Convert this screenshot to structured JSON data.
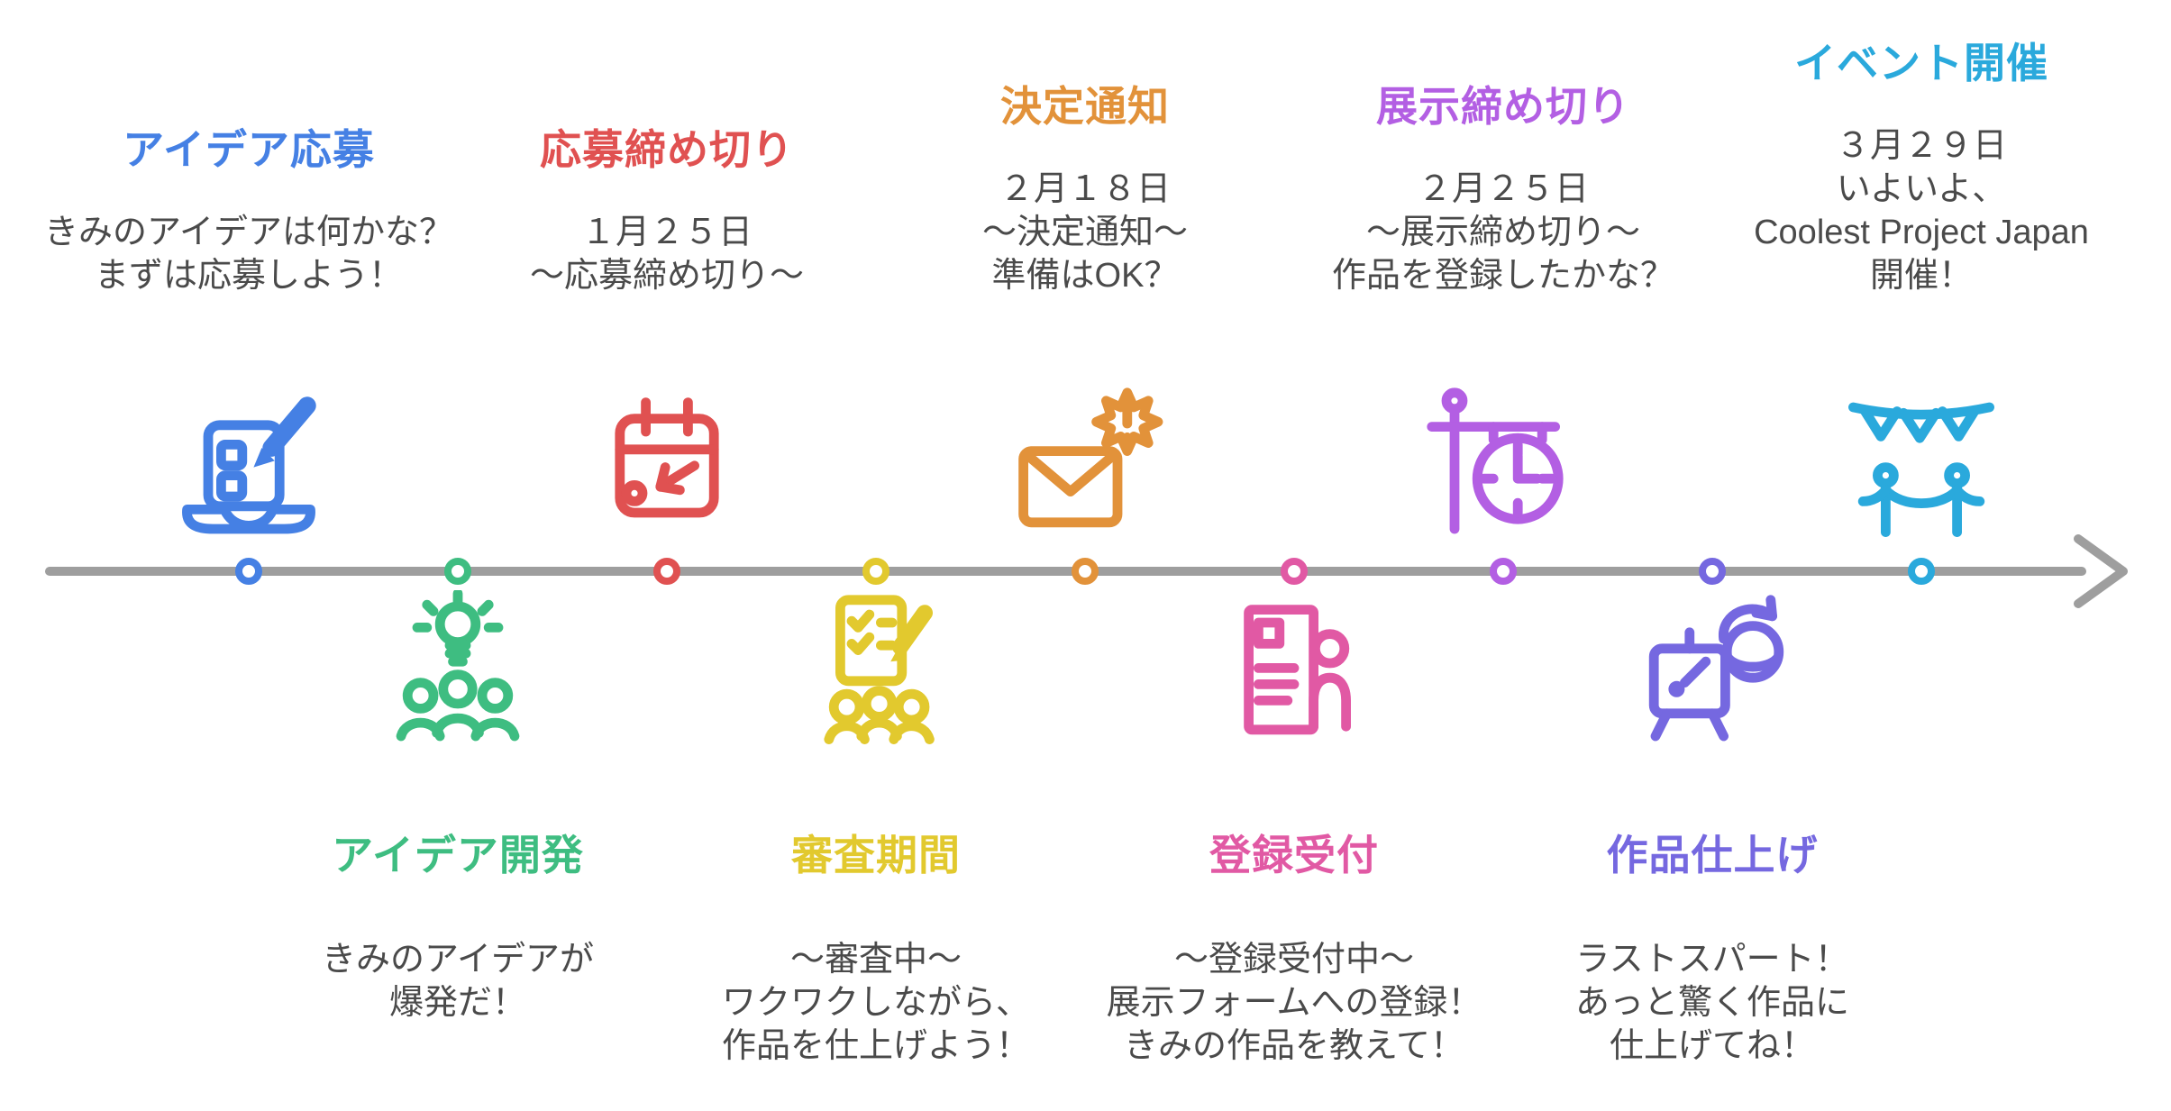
{
  "colors": {
    "background": "#FFFFFF",
    "axis": "#9E9E9E",
    "body_text": "#4A4A4A"
  },
  "timeline": {
    "direction": "left-to-right",
    "node_count": 9
  },
  "stages": [
    {
      "title": "アイデア応募",
      "color": "#4580E4",
      "position": "top",
      "icon": "laptop-pencil-icon",
      "lines": [
        "きみのアイデアは何かな？",
        "まずは応募しよう！"
      ]
    },
    {
      "title": "アイデア開発",
      "color": "#3EBD81",
      "position": "bottom",
      "icon": "lightbulb-team-icon",
      "lines": [
        "きみのアイデアが",
        "爆発だ！"
      ]
    },
    {
      "title": "応募締め切り",
      "color": "#E05151",
      "position": "top",
      "icon": "calendar-deadline-icon",
      "lines": [
        "１月２５日",
        "～応募締め切り～"
      ]
    },
    {
      "title": "審査期間",
      "color": "#E2C92E",
      "position": "bottom",
      "icon": "review-checklist-icon",
      "lines": [
        "～審査中～",
        "ワクワクしながら、",
        "作品を仕上げよう！"
      ]
    },
    {
      "title": "決定通知",
      "color": "#E2923A",
      "position": "top",
      "icon": "mail-notification-icon",
      "lines": [
        "２月１８日",
        "～決定通知～",
        "準備はOK？"
      ]
    },
    {
      "title": "登録受付",
      "color": "#E159A4",
      "position": "bottom",
      "icon": "registration-form-icon",
      "lines": [
        "～登録受付中～",
        "展示フォームへの登録！",
        "きみの作品を教えて！"
      ]
    },
    {
      "title": "展示締め切り",
      "color": "#B35FE3",
      "position": "top",
      "icon": "hanging-clock-icon",
      "lines": [
        "２月２５日",
        "～展示締め切り～",
        "作品を登録したかな？"
      ]
    },
    {
      "title": "作品仕上げ",
      "color": "#7568E0",
      "position": "bottom",
      "icon": "easel-paint-icon",
      "lines": [
        "ラストスパート！",
        "あっと驚く作品に",
        "仕上げてね！"
      ]
    },
    {
      "title": "イベント開催",
      "color": "#2AA9DC",
      "position": "top",
      "icon": "party-bunting-icon",
      "lines": [
        "３月２９日",
        "いよいよ、",
        "Coolest Project Japan",
        "開催！"
      ]
    }
  ]
}
